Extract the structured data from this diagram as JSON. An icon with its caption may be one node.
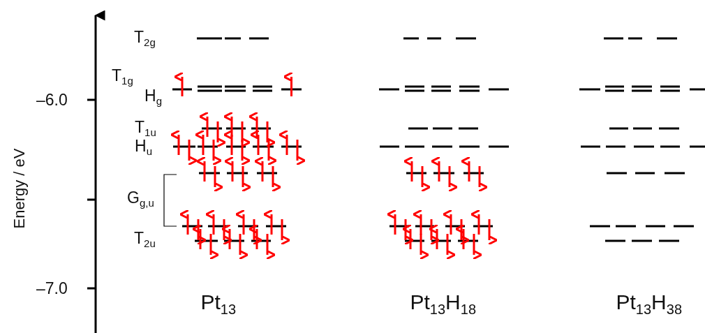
{
  "diagram": {
    "labels": [
      "T$_{2g}$",
      "T$_{1g}$",
      "H$_{g}$",
      "–6.0",
      "T$_{1u}$",
      "H$_{u}$",
      "Energy / eV",
      "G$_{g,u}$",
      "T$_{2u}$",
      "–7.0",
      "Pt$_{13}$",
      "Pt$_{13}$H$_{18}$",
      "Pt$_{13}$H$_{38}$"
    ]
  }
}
